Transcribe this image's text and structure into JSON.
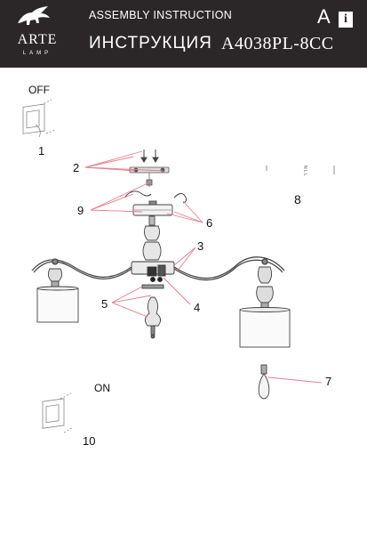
{
  "header": {
    "brand": "ARTE",
    "brand_sub": "LAMP",
    "title_en": "ASSEMBLY INSTRUCTION",
    "title_ru": "ИНСТРУКЦИЯ",
    "model": "A4038PL-8CC",
    "lang_letter": "A",
    "info_icon_letter": "i"
  },
  "labels": {
    "off": "OFF",
    "on": "ON",
    "wire_marks": "N L L"
  },
  "callouts": [
    "1",
    "2",
    "3",
    "4",
    "5",
    "6",
    "7",
    "8",
    "9",
    "10"
  ],
  "colors": {
    "header_bg": "#2b2728",
    "callout_line": "#e87a8a",
    "drawing": "#555555"
  }
}
